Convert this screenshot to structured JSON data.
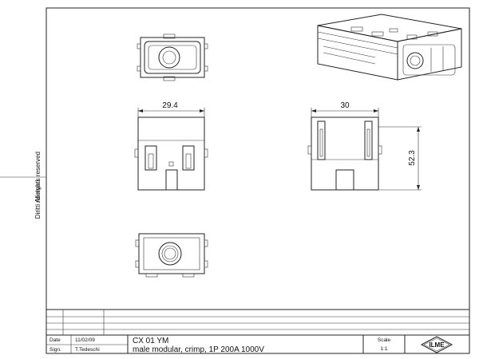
{
  "side_notes": {
    "rights_reserved": "All rights reserved",
    "diritti_riservati": "Diritti riservati"
  },
  "dimensions": {
    "width_front": "29.4",
    "width_side": "30",
    "height_side": "52.3"
  },
  "title_block": {
    "date_label": "Date",
    "date_value": "11/02/09",
    "sign_label": "Sign.",
    "sign_value": "T.Tedeschi",
    "code": "CX 01 YM",
    "description": "male modular, crimp, 1P 200A 1000V",
    "scale_label": "Scale",
    "scale_value": "1:1",
    "logo_text": "ILME"
  }
}
